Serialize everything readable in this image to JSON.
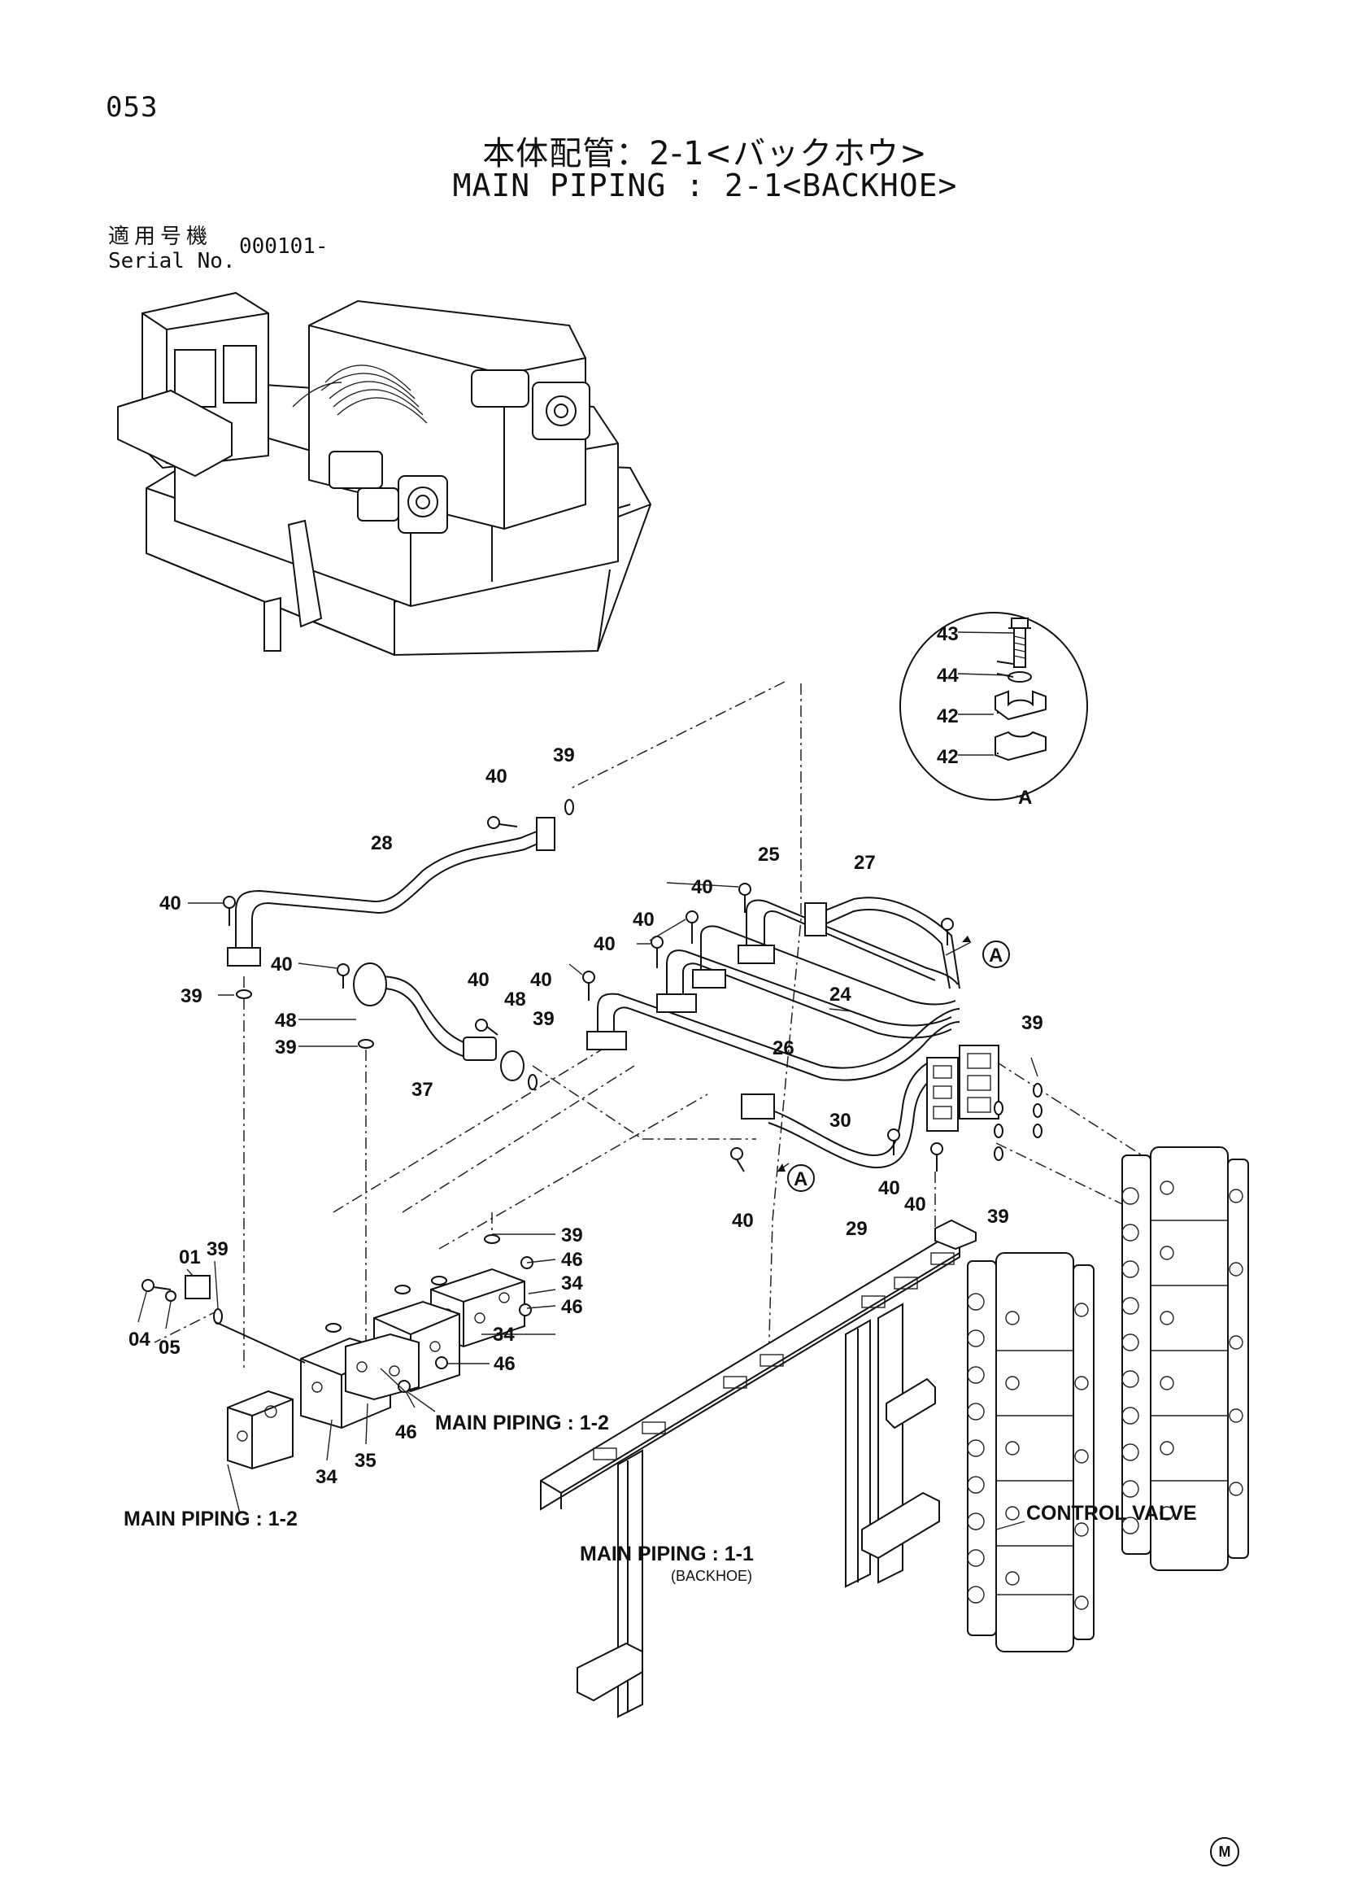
{
  "page_number": "053",
  "title_jp": "本体配管：2-1<バックホウ>",
  "title_en": "MAIN PIPING : 2-1<BACKHOE>",
  "serial": {
    "label_jp": "適用号機",
    "label_en": "Serial No.",
    "value": "000101-"
  },
  "callouts": {
    "c43": "43",
    "c44": "44",
    "c42a": "42",
    "c42b": "42",
    "detail_a": "A",
    "c40_top": "40",
    "c39_top": "39",
    "c28": "28",
    "c25": "25",
    "c27": "27",
    "c40_left": "40",
    "c39_left": "39",
    "c40_b": "40",
    "c48": "48",
    "c39_c": "39",
    "c40_r1": "40",
    "c40_r2": "40",
    "c40_r3": "40",
    "c24": "24",
    "c40_d": "40",
    "c48_b": "48",
    "c39_d": "39",
    "c26": "26",
    "c37": "37",
    "c30": "30",
    "c39_right": "39",
    "c29": "29",
    "c40_e": "40",
    "c40_f": "40",
    "c40_g": "40",
    "c39_e": "39",
    "c01": "01",
    "c39_f": "39",
    "c39_g": "39",
    "c46_a": "46",
    "c34_a": "34",
    "c46_b": "46",
    "c34_b": "34",
    "c04": "04",
    "c05": "05",
    "c46_c": "46",
    "c46_d": "46",
    "c34_c": "34",
    "c35": "35",
    "view_a1": "A",
    "view_a2": "A"
  },
  "notes": {
    "main_piping_12_a": "MAIN PIPING : 1-2",
    "main_piping_12_b": "MAIN PIPING : 1-2",
    "main_piping_11": "MAIN PIPING : 1-1",
    "backhoe": "(BACKHOE)",
    "control_valve": "CONTROL VALVE"
  },
  "footer_mark": "M"
}
